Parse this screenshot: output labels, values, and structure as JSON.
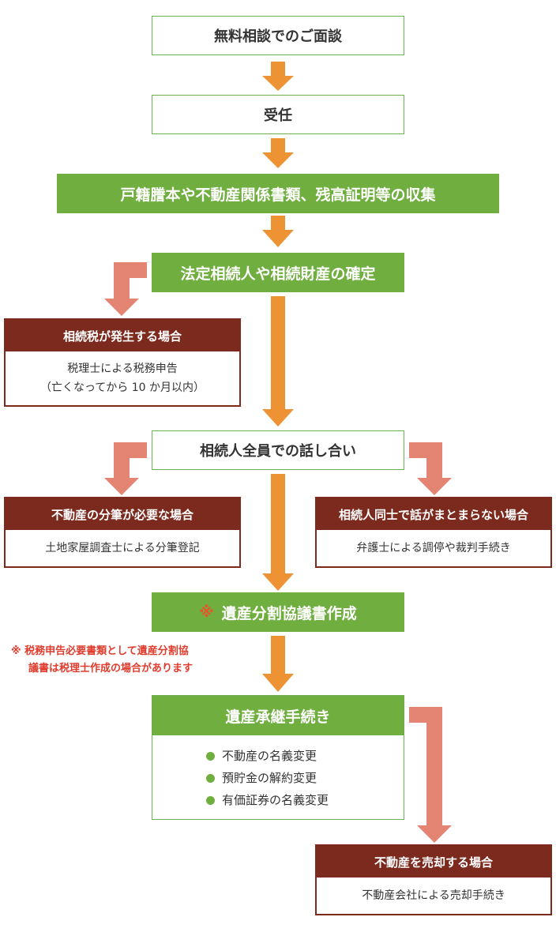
{
  "colors": {
    "green": "#6fae3f",
    "orange_arrow": "#ee9333",
    "salmon_arrow": "#e48472",
    "dark_red": "#7c2a1e",
    "note_red": "#e03c2e"
  },
  "steps": {
    "consultation": "無料相談でのご面談",
    "acceptance": "受任",
    "collection": "戸籍謄本や不動産関係書類、残高証明等の収集",
    "determination": "法定相続人や相続財産の確定",
    "discussion": "相続人全員での話し合い",
    "agreement_mark": "※",
    "agreement": "遺産分割協議書作成",
    "procedures": {
      "title": "遺産承継手続き",
      "items": [
        "不動産の名義変更",
        "預貯金の解約変更",
        "有価証券の名義変更"
      ]
    }
  },
  "branches": {
    "tax": {
      "title": "相続税が発生する場合",
      "line1": "税理士による税務申告",
      "line2": "（亡くなってから 10 か月以内）"
    },
    "division": {
      "title": "不動産の分筆が必要な場合",
      "line1": "土地家屋調査士による分筆登記"
    },
    "dispute": {
      "title": "相続人同士で話がまとまらない場合",
      "line1": "弁護士による調停や裁判手続き"
    },
    "sale": {
      "title": "不動産を売却する場合",
      "line1": "不動産会社による売却手続き"
    }
  },
  "note": {
    "line1": "※ 税務申告必要書類として遺産分割協",
    "line2": "議書は税理士作成の場合があります"
  }
}
